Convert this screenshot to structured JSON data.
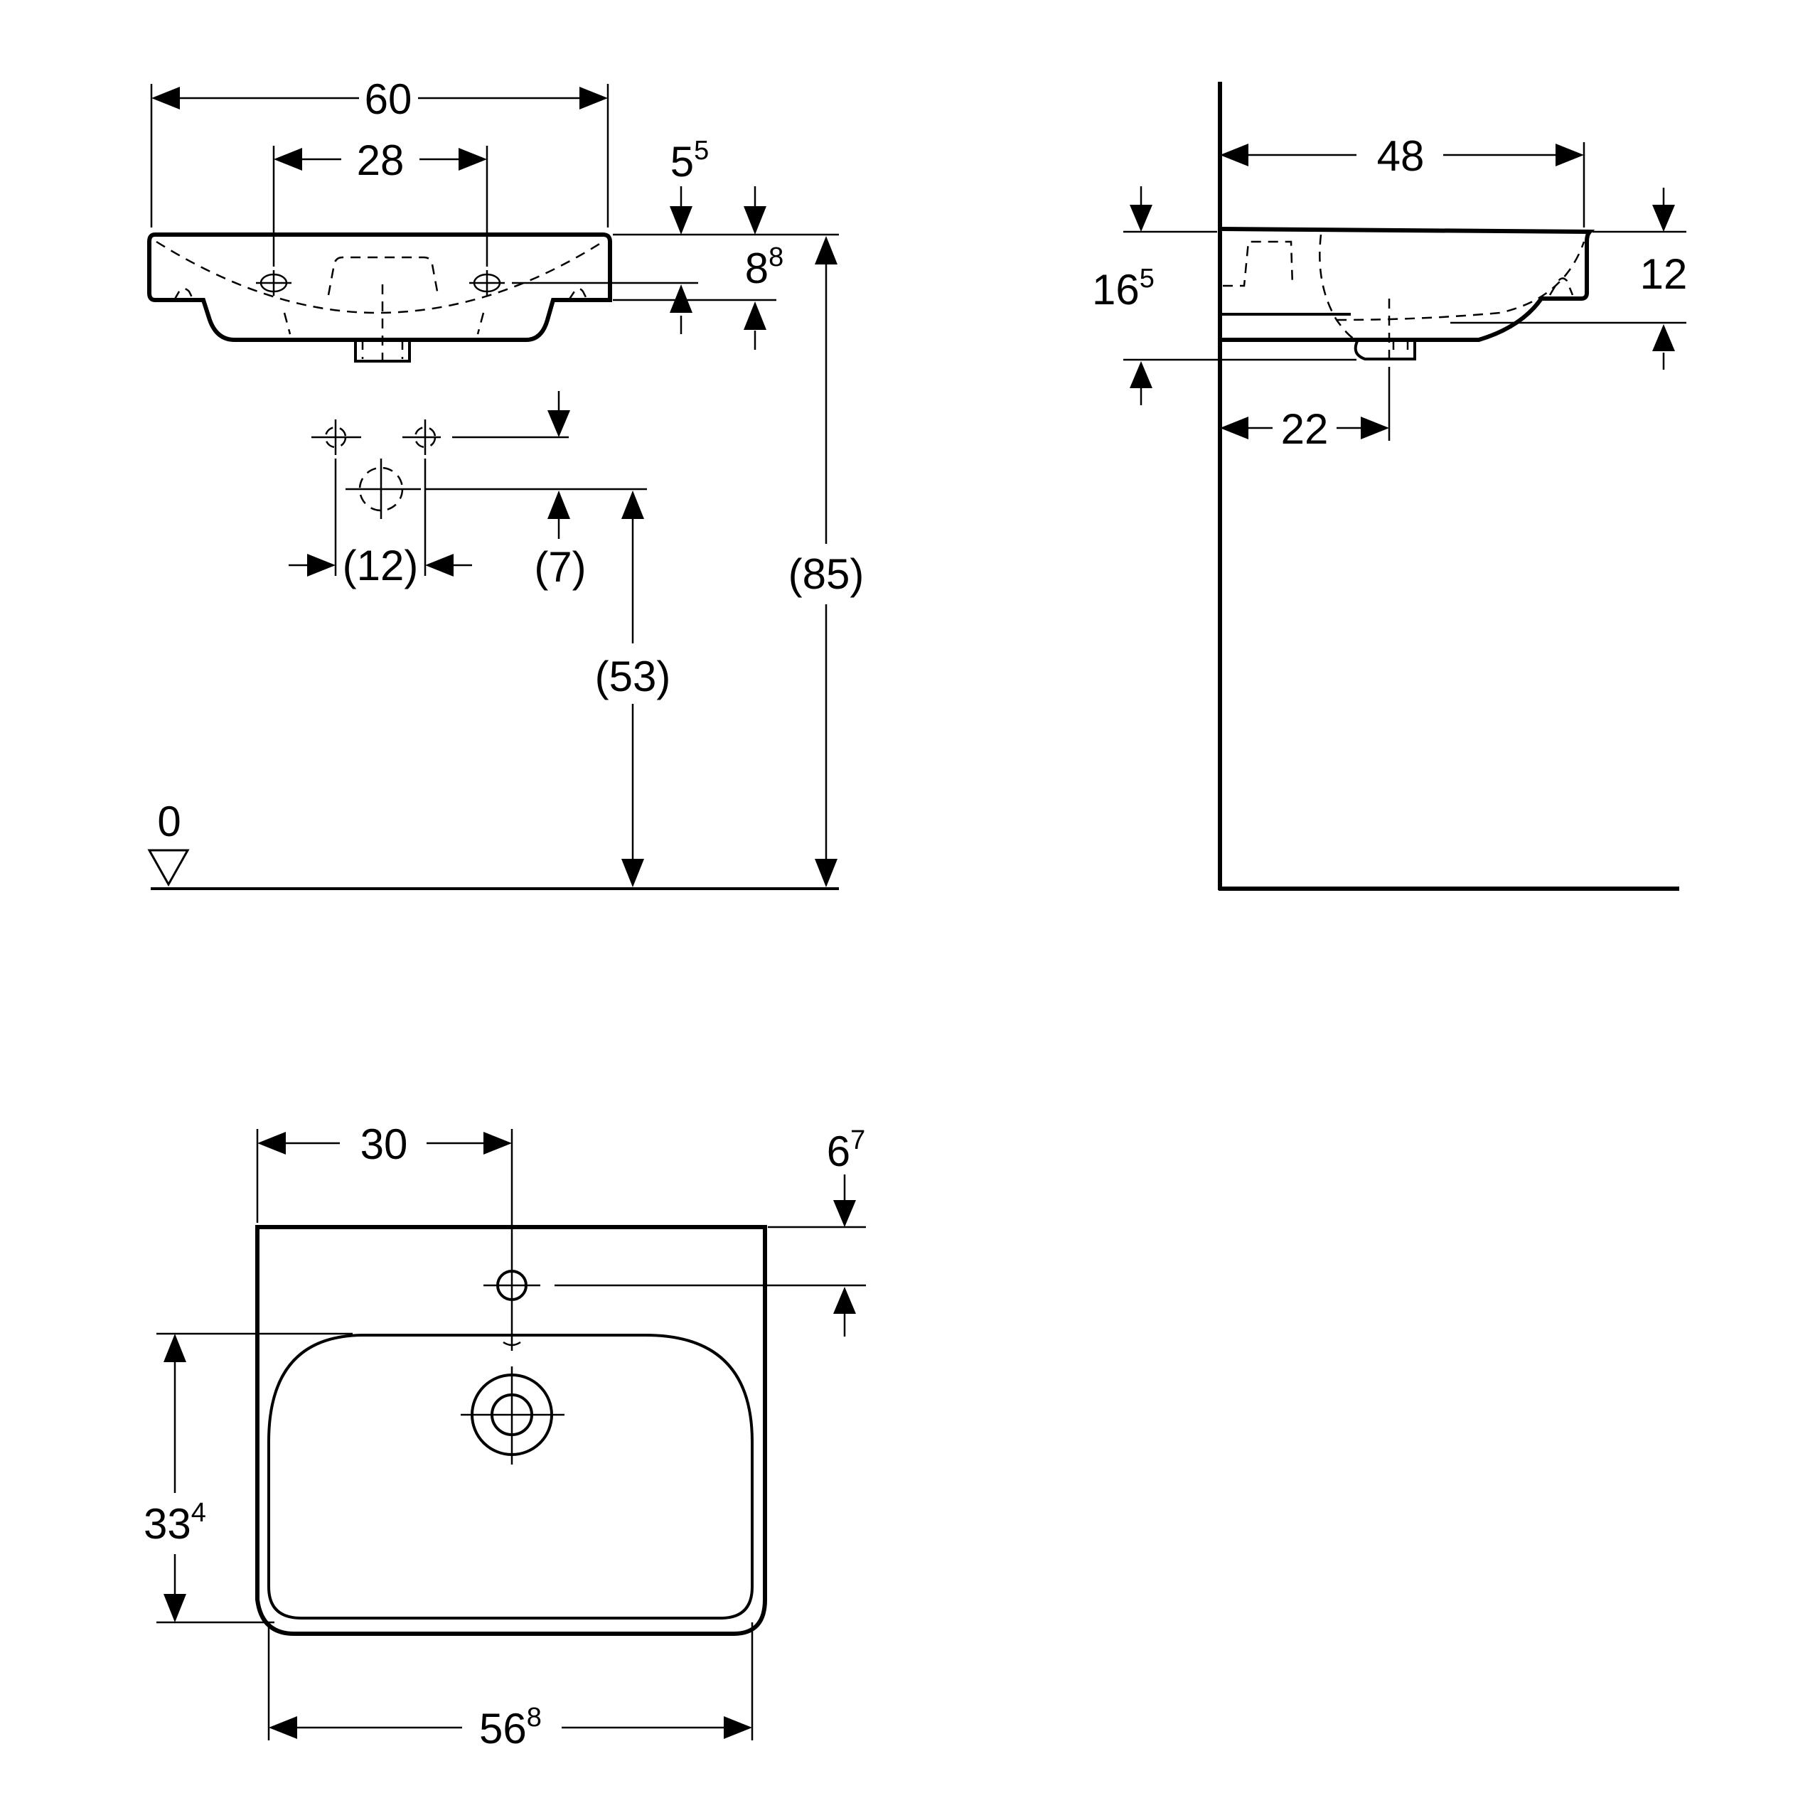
{
  "front_view": {
    "width": {
      "main": "60",
      "sup": ""
    },
    "tap_hole_spacing": {
      "main": "28",
      "sup": ""
    },
    "rim_offset": {
      "main": "5",
      "sup": "5"
    },
    "rim_height": {
      "main": "8",
      "sup": "8"
    },
    "supply_spacing": {
      "main": "(12)",
      "sup": ""
    },
    "supply_offset": {
      "main": "(7)",
      "sup": ""
    },
    "waste_height": {
      "main": "(53)",
      "sup": ""
    },
    "rim_floor_height": {
      "main": "(85)",
      "sup": ""
    },
    "floor_datum": {
      "main": "0",
      "sup": ""
    }
  },
  "side_view": {
    "depth": {
      "main": "48",
      "sup": ""
    },
    "rim_thickness": {
      "main": "12",
      "sup": ""
    },
    "waste_drop": {
      "main": "16",
      "sup": "5"
    },
    "waste_projection": {
      "main": "22",
      "sup": ""
    }
  },
  "top_view": {
    "tap_axis": {
      "main": "30",
      "sup": ""
    },
    "tap_hole_offset": {
      "main": "6",
      "sup": "7"
    },
    "bowl_depth": {
      "main": "33",
      "sup": "4"
    },
    "bowl_width": {
      "main": "56",
      "sup": "8"
    }
  }
}
